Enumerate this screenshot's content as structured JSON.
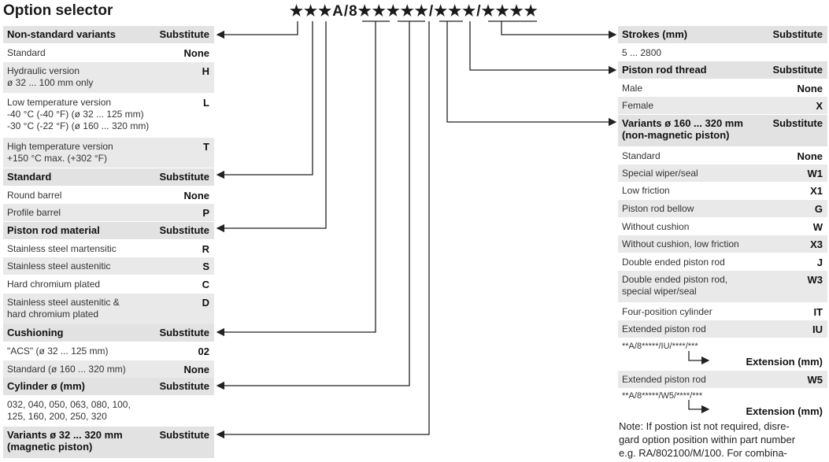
{
  "page_title": "Option selector",
  "part_code": "★★★A/8★★★★★/★★★/★★★★",
  "left_tables": [
    {
      "header": "Non-standard variants",
      "col": "Substitute",
      "rows": [
        {
          "label": "Standard",
          "code": "None"
        },
        {
          "label": "Hydraulic version\nø 32 ... 100 mm only",
          "code": "H"
        },
        {
          "label": "Low temperature version\n-40 °C (-40 °F) (ø 32 ... 125 mm)\n-30 °C (-22 °F) (ø 160 ... 320 mm)",
          "code": "L"
        },
        {
          "label": "High temperature version\n+150 °C max. (+302 °F)",
          "code": "T"
        }
      ]
    },
    {
      "header": "Standard",
      "col": "Substitute",
      "rows": [
        {
          "label": "Round barrel",
          "code": "None"
        },
        {
          "label": "Profile barrel",
          "code": "P"
        }
      ]
    },
    {
      "header": "Piston rod material",
      "col": "Substitute",
      "rows": [
        {
          "label": "Stainless steel martensitic",
          "code": "R"
        },
        {
          "label": "Stainless steel austenitic",
          "code": "S"
        },
        {
          "label": "Hard chromium plated",
          "code": "C"
        },
        {
          "label": "Stainless steel austenitic &\nhard chromium plated",
          "code": "D"
        }
      ]
    },
    {
      "header": "Cushioning",
      "col": "Substitute",
      "rows": [
        {
          "label": "\"ACS\" (ø 32 ... 125 mm)",
          "code": "02"
        },
        {
          "label": "Standard (ø 160 ... 320 mm)",
          "code": "None"
        }
      ]
    },
    {
      "header": "Cylinder ø (mm)",
      "col": "Substitute",
      "rows": [
        {
          "label": "032, 040, 050, 063, 080, 100,\n125, 160, 200, 250, 320",
          "code": ""
        }
      ]
    },
    {
      "header": "Variants ø 32 ... 320 mm\n(magnetic piston)",
      "col": "Substitute",
      "rows": []
    }
  ],
  "right_tables": [
    {
      "header": "Strokes (mm)",
      "col": "Substitute",
      "rows": [
        {
          "label": "5 ... 2800",
          "code": ""
        }
      ]
    },
    {
      "header": "Piston rod thread",
      "col": "Substitute",
      "rows": [
        {
          "label": "Male",
          "code": "None"
        },
        {
          "label": "Female",
          "code": "X"
        }
      ]
    },
    {
      "header": "Variants ø 160 ... 320 mm\n(non-magnetic piston)",
      "col": "Substitute",
      "rows": [
        {
          "label": "Standard",
          "code": "None"
        },
        {
          "label": "Special wiper/seal",
          "code": "W1"
        },
        {
          "label": "Low friction",
          "code": "X1"
        },
        {
          "label": "Piston rod bellow",
          "code": "G"
        },
        {
          "label": "Without cushion",
          "code": "W"
        },
        {
          "label": "Without cushion, low friction",
          "code": "X3"
        },
        {
          "label": "Double ended piston rod",
          "code": "J"
        },
        {
          "label": "Double ended piston rod,\nspecial wiper/seal",
          "code": "W3"
        },
        {
          "label": "Four-position cylinder",
          "code": "IT"
        },
        {
          "label": "Extended piston rod",
          "code": "IU"
        },
        {
          "label": "**A/8*****/IU/****/***",
          "code": "Extension (mm)"
        },
        {
          "label": "Extended piston rod",
          "code": "W5"
        },
        {
          "label": "**A/8*****/W5/****/***",
          "code": "Extension (mm)"
        }
      ]
    }
  ],
  "note": "Note: If postion ist not required, disre-\ngard option position within part number\ne.g. RA/802100/M/100. For combina-"
}
